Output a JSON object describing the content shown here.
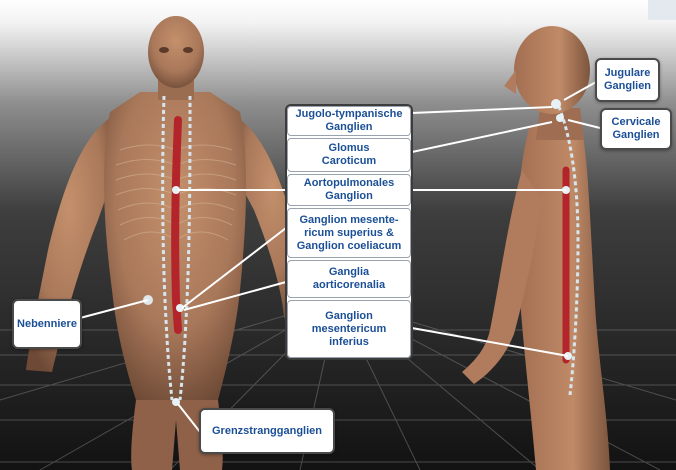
{
  "labels": {
    "jugolo": "Jugolo-tympanische\nGanglien",
    "glomus": "Glomus\nCaroticum",
    "aortopulmonales": "Aortopulmonales\nGanglion",
    "mesenterium_sup": "Ganglion mesente-\nricum superius &\nGanglion coeliacum",
    "aorticorenalia": "Ganglia\naorticorenalia",
    "mesentericum_inf": "Ganglion\nmesentericum\ninferius",
    "jugulare": "Jugulare\nGanglien",
    "cervicale": "Cervicale\nGanglien",
    "nebenniere": "Nebenniere",
    "grenzstrang": "Grenzstrangganglien"
  },
  "colors": {
    "label_text": "#1b4f96",
    "background_top": "#ffffff",
    "background_bottom": "#121212",
    "skin": "#a9785a",
    "nerve_chain": "#d7e6ee",
    "aorta": "#b3252a",
    "leader_line": "#ffffff"
  }
}
